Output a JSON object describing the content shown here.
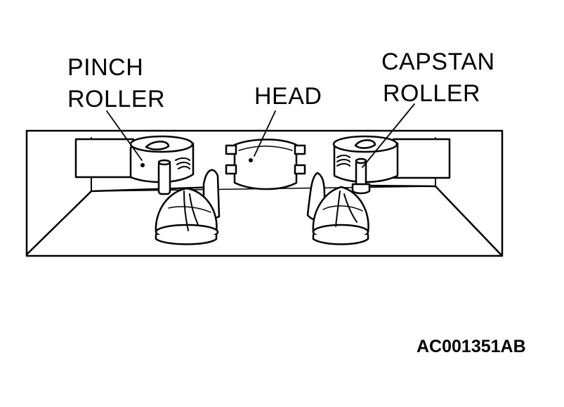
{
  "labels": {
    "pinch_roller_line1": "PINCH",
    "pinch_roller_line2": "ROLLER",
    "head": "HEAD",
    "capstan_roller_line1": "CAPSTAN",
    "capstan_roller_line2": "ROLLER"
  },
  "figure_code": "AC001351AB",
  "colors": {
    "line": "#000000",
    "background": "#ffffff"
  }
}
